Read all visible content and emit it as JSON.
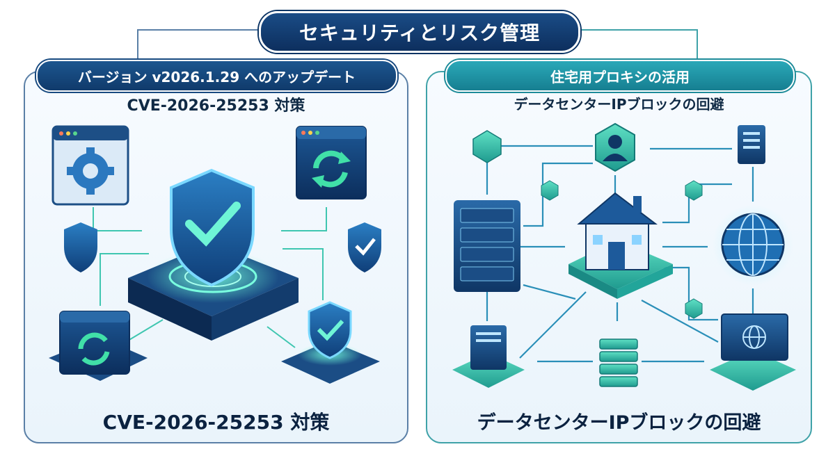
{
  "title": "セキュリティとリスク管理",
  "left_panel": {
    "header": "バージョン v2026.1.29 へのアップデート",
    "subheading": "CVE-2026-25253 対策",
    "caption": "CVE-2026-25253 対策",
    "icons": [
      "gear-window-icon",
      "sync-window-icon",
      "shield-check-icon",
      "sync-window-icon",
      "shield-check-icon"
    ]
  },
  "right_panel": {
    "header": "住宅用プロキシの活用",
    "subheading": "データセンターIPブロックの回避",
    "caption": "データセンターIPブロックの回避",
    "icons": [
      "cube-node-icon",
      "user-node-icon",
      "server-icon",
      "server-rack-icon",
      "house-icon",
      "globe-icon",
      "server-tower-icon",
      "stack-server-icon",
      "monitor-globe-icon"
    ]
  },
  "colors": {
    "navy": "#0d2f5e",
    "blue": "#1c568f",
    "teal": "#2aa8b8",
    "accent_green": "#3ee0b0"
  }
}
